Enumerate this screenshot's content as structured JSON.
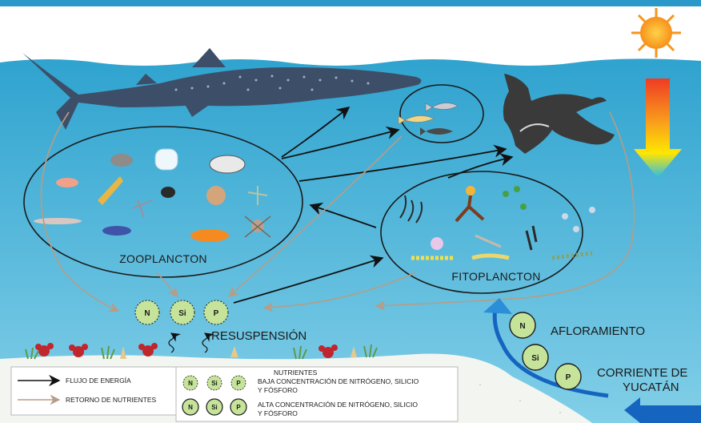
{
  "colors": {
    "sky": "#ffffff",
    "sea_top": "#36a9d3",
    "sea_bottom": "#7ccbe6",
    "seabed": "#f4f6f2",
    "nutrient_fill": "#c6e39a",
    "energy_arrow": "#111111",
    "nutrient_arrow": "#b79c86",
    "upwelling_arrow": "#1565c0",
    "sun": "#f7941d"
  },
  "labels": {
    "zooplankton": "ZOOPLANCTON",
    "phytoplankton": "FITOPLANCTON",
    "resuspension": "RESUSPENSIÓN",
    "upwelling": "AFLORAMIENTO",
    "current_line1": "CORRIENTE DE",
    "current_line2": "YUCATÁN"
  },
  "nutrients": [
    "N",
    "Si",
    "P"
  ],
  "legend": {
    "energy_flow": "FLUJO DE ENERGÍA",
    "nutrient_return": "RETORNO DE NUTRIENTES",
    "nutrients_title": "NUTRIENTES",
    "low_line1": "BAJA CONCENTRACIÓN DE NITRÓGENO, SILICIO",
    "low_line2": "Y FÓSFORO",
    "high_line1": "ALTA CONCENTRACIÓN DE NITRÓGENO, SILICIO",
    "high_line2": "Y FÓSFORO"
  },
  "icons": [
    "sun-icon",
    "whale-shark-icon",
    "manta-ray-icon",
    "small-fish-icon",
    "zooplankton-organism-icon",
    "phytoplankton-organism-icon",
    "coral-icon",
    "temperature-gradient-arrow-icon"
  ]
}
